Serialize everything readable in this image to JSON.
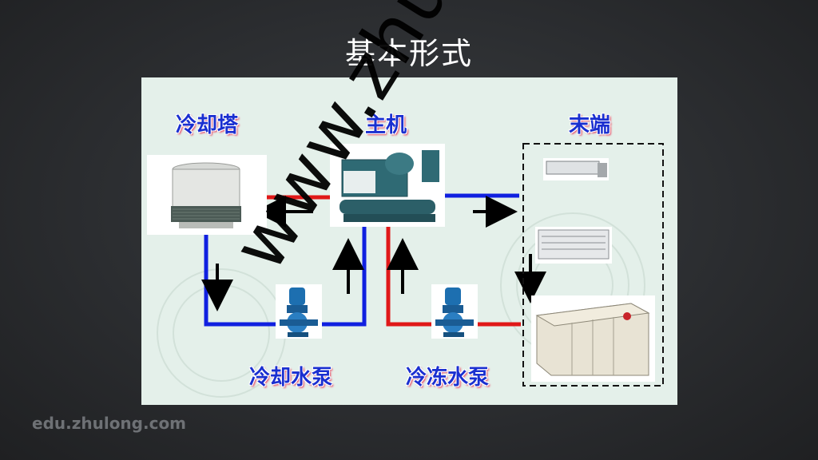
{
  "slide": {
    "title": "基本形式",
    "footer": "edu.zhulong.com",
    "watermark": "www.zhulong.com"
  },
  "diagram": {
    "labels": {
      "cooling_tower": "冷却塔",
      "chiller": "主机",
      "terminal": "末端",
      "cooling_pump": "冷却水泵",
      "chilled_pump": "冷冻水泵"
    }
  },
  "colors": {
    "supply_line": "#e01818",
    "return_line": "#1020e0",
    "arrow": "#000000",
    "label_text": "#1a2fd0"
  }
}
